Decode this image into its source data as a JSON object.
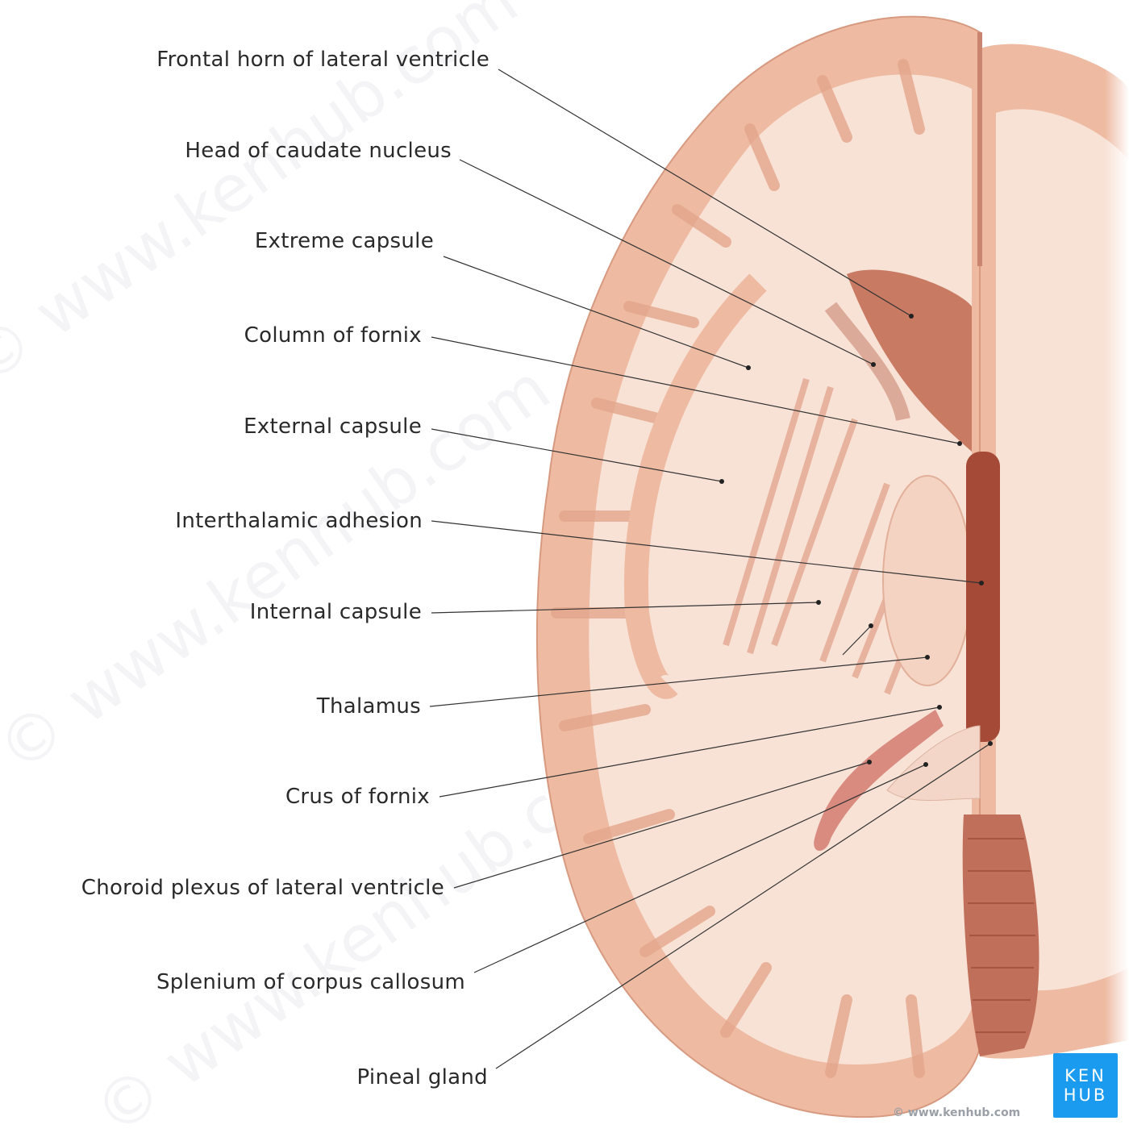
{
  "labels": [
    "Frontal horn of lateral ventricle",
    "Head of caudate nucleus",
    "Extreme capsule",
    "Column of fornix",
    "External capsule",
    "Interthalamic adhesion",
    "Internal capsule",
    "Thalamus",
    "Crus of fornix",
    "Choroid plexus of lateral ventricle",
    "Splenium of corpus callosum",
    "Pineal gland"
  ],
  "logo": {
    "line1": "KEN",
    "line2": "HUB"
  },
  "copyright": "© www.kenhub.com",
  "colors": {
    "cortex": "#eebaa2",
    "white_matter": "#f8e2d6",
    "ventricle": "#b55a44",
    "leader": "#333333",
    "logo": "#1a9bf0"
  }
}
